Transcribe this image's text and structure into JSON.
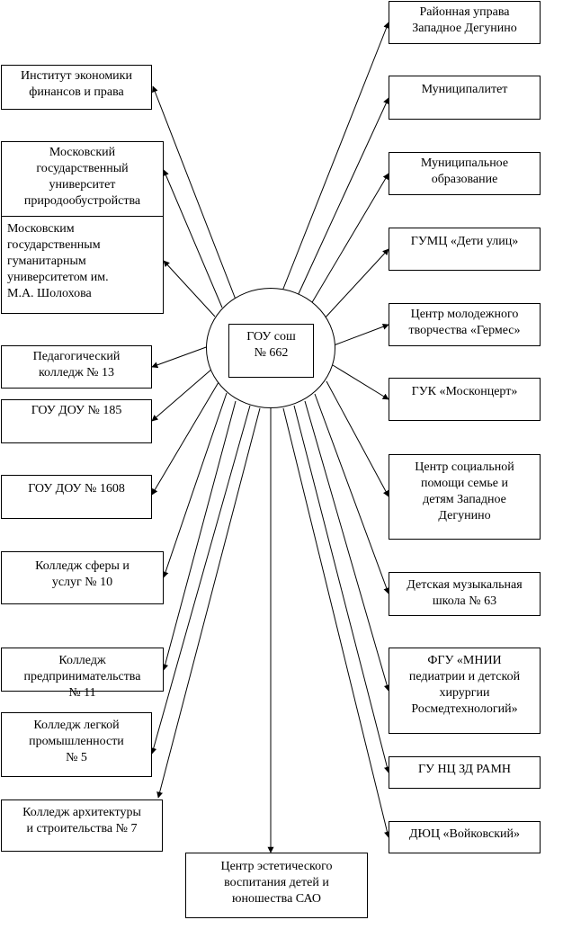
{
  "center": {
    "label": "ГОУ сош\n№ 662"
  },
  "left": [
    {
      "id": "institut-ekonomiki",
      "label": "Институт экономики\nфинансов и права"
    },
    {
      "id": "mgup",
      "label": "Московский\nгосударственный\nуниверситет\nприродообустройства"
    },
    {
      "id": "mggu",
      "label": "Московским\nгосударственным\nгуманитарным\nуниверситетом им.\nМ.А. Шолохова"
    },
    {
      "id": "ped-kolledzh-13",
      "label": "Педагогический\nколледж № 13"
    },
    {
      "id": "dou-185",
      "label": "ГОУ ДОУ № 185"
    },
    {
      "id": "dou-1608",
      "label": "ГОУ ДОУ № 1608"
    },
    {
      "id": "kolledzh-uslug-10",
      "label": "Колледж сферы и\nуслуг № 10"
    },
    {
      "id": "kolledzh-predprin-11",
      "label": "Колледж\nпредпринимательства\n№ 11"
    },
    {
      "id": "kolledzh-prom-5",
      "label": "Колледж легкой\nпромышленности\n№ 5"
    },
    {
      "id": "kolledzh-arh-7",
      "label": "Колледж архитектуры\nи строительства № 7"
    }
  ],
  "right": [
    {
      "id": "uprava",
      "label": "Районная управа\nЗападное Дегунино"
    },
    {
      "id": "municipalitet",
      "label": "Муниципалитет"
    },
    {
      "id": "mun-obrazovanie",
      "label": "Муниципальное\nобразование"
    },
    {
      "id": "gumc",
      "label": "ГУМЦ «Дети улиц»"
    },
    {
      "id": "germes",
      "label": "Центр молодежного\nтворчества «Гермес»"
    },
    {
      "id": "moskoncert",
      "label": "ГУК «Москонцерт»"
    },
    {
      "id": "soc-pomosh",
      "label": "Центр социальной\nпомощи семье и\nдетям Западное\nДегунино"
    },
    {
      "id": "muz-shkola-63",
      "label": "Детская музыкальная\nшкола № 63"
    },
    {
      "id": "mnii",
      "label": "ФГУ «МНИИ\nпедиатрии и детской\nхирургии\nРосмедтехнологий»"
    },
    {
      "id": "gu-nc",
      "label": "ГУ НЦ ЗД РАМН"
    },
    {
      "id": "dyuc",
      "label": "ДЮЦ «Войковский»"
    }
  ],
  "bottom": {
    "id": "estet-centr",
    "label": "Центр эстетического\nвоспитания детей и\nюношества САО"
  }
}
